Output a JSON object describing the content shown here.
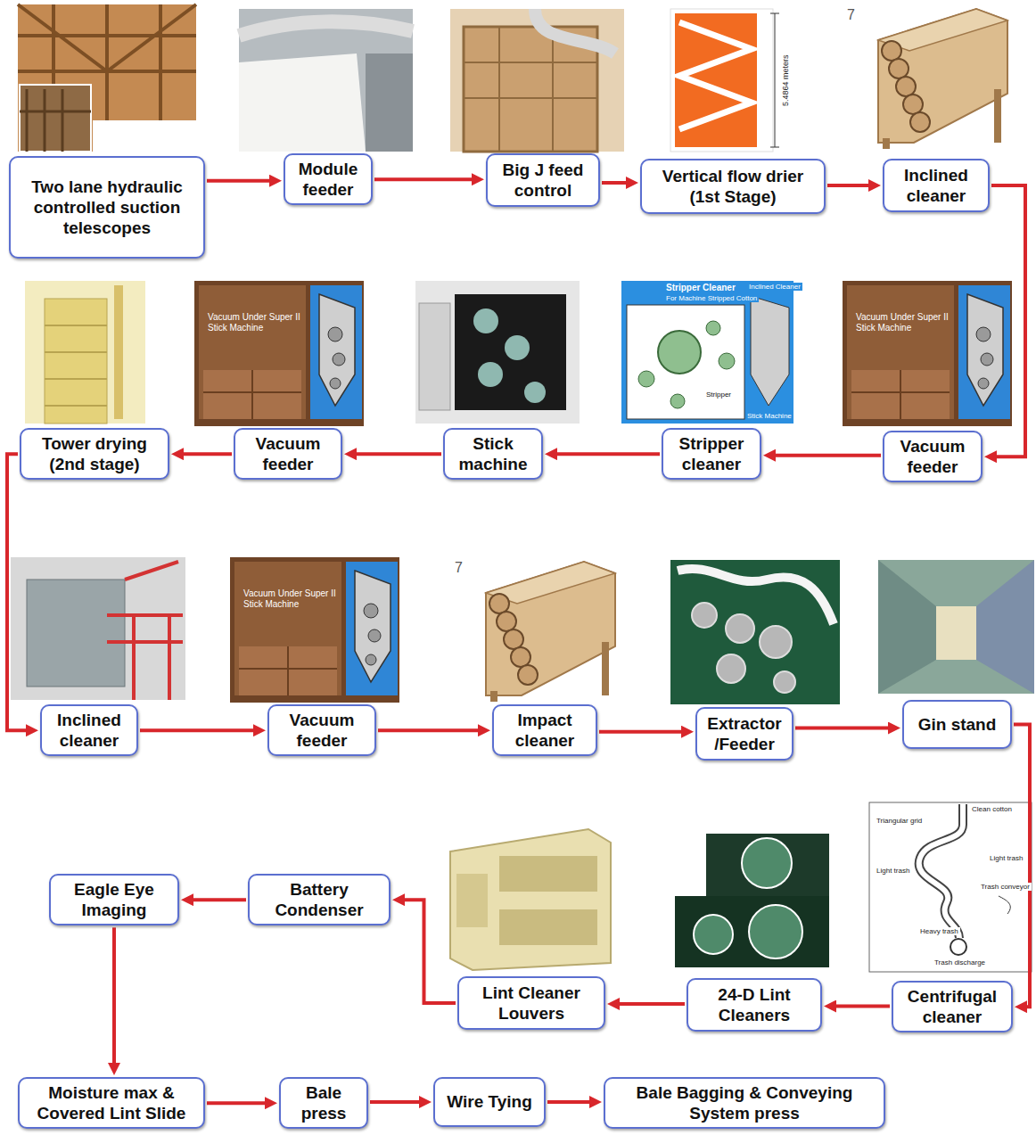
{
  "diagram": {
    "nodes": [
      {
        "text": [
          "Two lane hydraulic controlled suction telescopes"
        ]
      },
      {
        "text": [
          "Module feeder"
        ]
      },
      {
        "text": [
          "Big J feed control"
        ]
      },
      {
        "text": [
          "Vertical flow drier (1st Stage)"
        ]
      },
      {
        "text": [
          "Inclined cleaner"
        ]
      },
      {
        "text": [
          "Vacuum feeder"
        ]
      },
      {
        "text": [
          "Stripper cleaner"
        ]
      },
      {
        "text": [
          "Stick machine"
        ]
      },
      {
        "text": [
          "Vacuum feeder"
        ]
      },
      {
        "text": [
          "Tower drying (2nd stage)"
        ]
      },
      {
        "text": [
          "Inclined cleaner"
        ]
      },
      {
        "text": [
          "Vacuum feeder"
        ]
      },
      {
        "text": [
          "Impact cleaner"
        ]
      },
      {
        "text": [
          "Extractor /Feeder"
        ]
      },
      {
        "text": [
          "Gin stand"
        ]
      },
      {
        "text": [
          "Centrifugal cleaner"
        ]
      },
      {
        "text": [
          "24-D Lint Cleaners"
        ]
      },
      {
        "text": [
          "Lint Cleaner Louvers"
        ]
      },
      {
        "text": [
          "Battery Condenser"
        ]
      },
      {
        "text": [
          "Eagle Eye Imaging"
        ]
      },
      {
        "text": [
          "Moisture max & Covered Lint Slide"
        ]
      },
      {
        "text": [
          "Bale press"
        ]
      },
      {
        "text": [
          "Wire Tying"
        ]
      },
      {
        "text": [
          "Bale Bagging & Conveying System press"
        ]
      }
    ],
    "edges": [
      {
        "from": 0,
        "to": 1,
        "arrow": "to"
      },
      {
        "from": 1,
        "to": 2,
        "arrow": "to"
      },
      {
        "from": 2,
        "to": 3,
        "arrow": "to"
      },
      {
        "from": 3,
        "to": 4,
        "arrow": "to"
      },
      {
        "from": 4,
        "to": 5,
        "arrow": "to"
      },
      {
        "from": 5,
        "to": 6,
        "arrow": "to"
      },
      {
        "from": 6,
        "to": 7,
        "arrow": "to"
      },
      {
        "from": 7,
        "to": 8,
        "arrow": "to"
      },
      {
        "from": 8,
        "to": 9,
        "arrow": "to"
      },
      {
        "from": 9,
        "to": 10,
        "arrow": "to"
      },
      {
        "from": 10,
        "to": 11,
        "arrow": "to"
      },
      {
        "from": 11,
        "to": 12,
        "arrow": "to"
      },
      {
        "from": 12,
        "to": 13,
        "arrow": "to"
      },
      {
        "from": 13,
        "to": 14,
        "arrow": "to"
      },
      {
        "from": 14,
        "to": 15,
        "arrow": "to"
      },
      {
        "from": 15,
        "to": 16,
        "arrow": "to"
      },
      {
        "from": 16,
        "to": 17,
        "arrow": "to"
      },
      {
        "from": 17,
        "to": 18,
        "arrow": "to"
      },
      {
        "from": 18,
        "to": 19,
        "arrow": "to"
      },
      {
        "from": 19,
        "to": 20,
        "arrow": "to"
      },
      {
        "from": 20,
        "to": 21,
        "arrow": "to"
      },
      {
        "from": 21,
        "to": 22,
        "arrow": "to"
      },
      {
        "from": 22,
        "to": 23,
        "arrow": "to"
      }
    ],
    "labels": [
      "7",
      "5.4864 meters",
      "Vacuum Under Super II Stick Machine",
      "Stripper Cleaner",
      "For Machine Stripped Cotton",
      "Inclined Cleaner",
      "Stripper",
      "Stick Machine",
      "Vacuum Under Super II Stick Machine",
      "Vacuum Under Super II Stick Machine",
      "7",
      "Clean cotton",
      "Triangular grid",
      "Light trash",
      "Light trash",
      "Trash conveyor",
      "Heavy trash",
      "Trash discharge"
    ]
  }
}
